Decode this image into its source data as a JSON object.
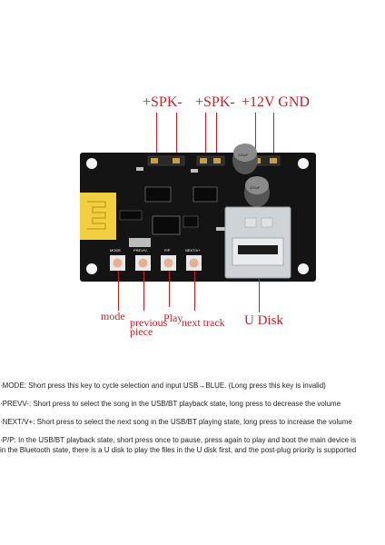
{
  "labels": {
    "spk_left": "+SPK-",
    "spk_right": "+SPK-",
    "power": "+12V GND",
    "mode": "mode",
    "previous_line1": "previous",
    "previous_line2": "piece",
    "play": "Play",
    "next": "next track",
    "udisk": "U Disk"
  },
  "board_markings": {
    "btn_mode": "MODE",
    "btn_prev": "PREV/V-",
    "btn_play": "P/P",
    "btn_next": "NEXT/V+",
    "cap1": "220uF",
    "cap2": "220uF"
  },
  "descriptions": [
    "·MODE: Short press this key to cycle selection and input USB→BLUE. (Long press this key is invalid)",
    "·PREVV-: Short press to select the song in the USB/BT playback state, long press to decrease the volume",
    "·NEXT/V+: Short press to select the next song in the USB/BT playing state, long press to increase the volume",
    "·P/P: In the USB/BT playback state, short press once to pause, press again to play and boot the main device is",
    "in the Bluetooth state, there is a U disk to play the files in the U disk first, and the post-plug priority is supported"
  ]
}
